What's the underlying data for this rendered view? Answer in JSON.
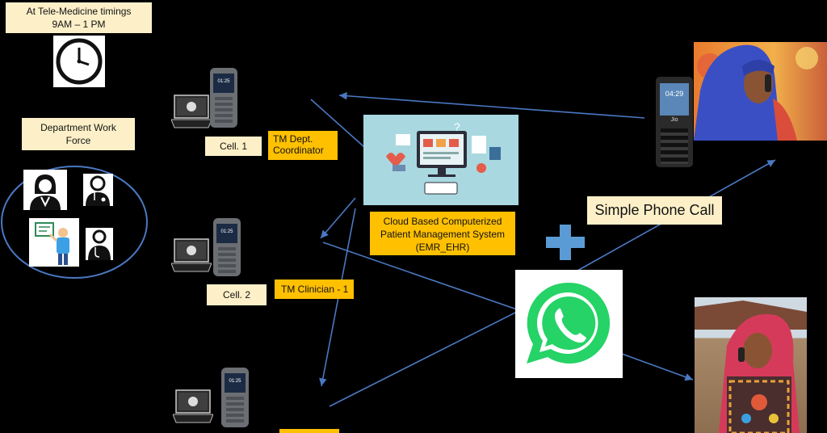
{
  "timing": {
    "title": "At Tele-Medicine timings",
    "hours": "9AM – 1 PM"
  },
  "workforce": {
    "label_line1": "Department Work",
    "label_line2": "Force"
  },
  "cells": [
    {
      "label": "Cell. 1",
      "role_line1": "TM Dept.",
      "role_line2": "Coordinator"
    },
    {
      "label": "Cell. 2",
      "role_line1": "TM Clinician - 1",
      "role_line2": ""
    }
  ],
  "emr": {
    "line1": "Cloud Based Computerized",
    "line2": "Patient Management System",
    "line3": "(EMR_EHR)"
  },
  "phone_call": {
    "label": "Simple Phone Call"
  },
  "feature_phone": {
    "screen_time": "04:29",
    "brand": "Jio"
  },
  "device_phone": {
    "screen_time": "01:25"
  },
  "colors": {
    "cream": "#fdf0c8",
    "orange": "#ffc000",
    "arrow": "#4a78c2",
    "plus": "#5b9bd5",
    "whatsapp": "#25d366"
  },
  "icons": [
    "clock-icon",
    "doctor-icon",
    "laptop-icon",
    "mobile-phone-icon",
    "whatsapp-icon",
    "plus-icon"
  ]
}
